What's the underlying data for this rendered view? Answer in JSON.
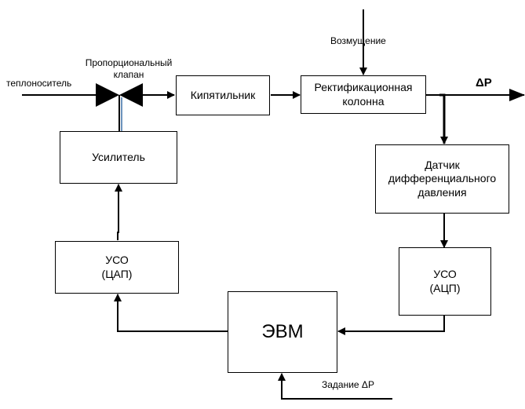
{
  "blocks": {
    "amplifier": "Усилитель",
    "boiler": "Кипятильник",
    "column": "Ректификационная\nколонна",
    "sensor": "Датчик\nдифференциального\nдавления",
    "uso_dac": "УСО\n(ЦАП)",
    "uso_adc": "УСО\n(АЦП)",
    "computer": "ЭВМ"
  },
  "labels": {
    "coolant": "теплоноситель",
    "valve": "Пропорциональный\nклапан",
    "disturbance": "Возмущение",
    "output_dp": "ΔP",
    "setpoint": "Задание ΔP"
  },
  "colors": {
    "line": "#000000",
    "valve_stem": "#3a6ea5"
  }
}
